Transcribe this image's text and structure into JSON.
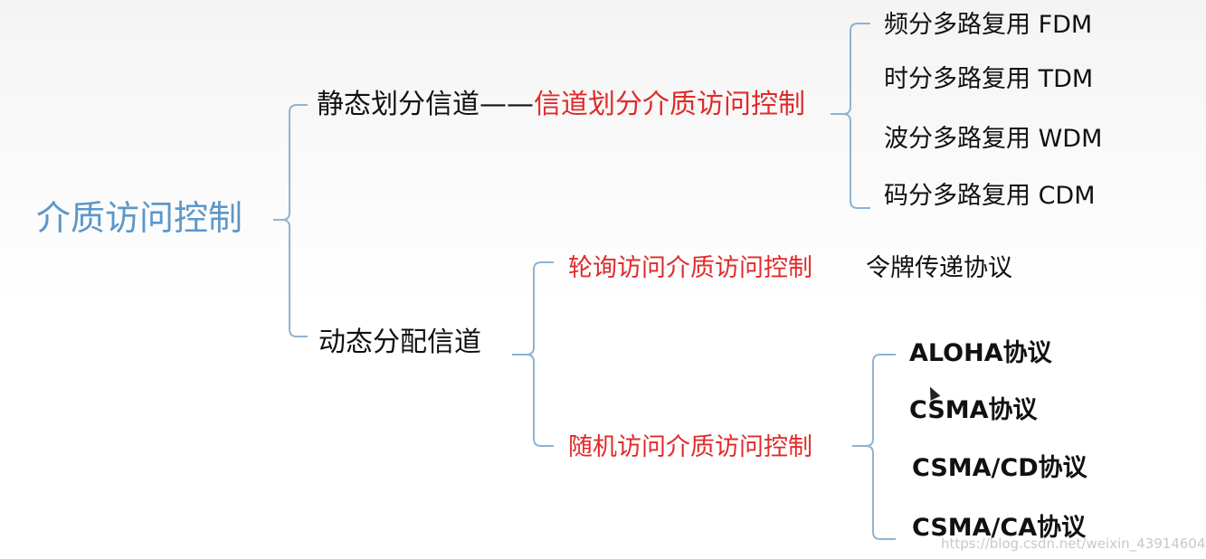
{
  "root": {
    "label": "介质访问控制"
  },
  "static": {
    "label": "静态划分信道——",
    "label_red": "信道划分介质访问控制",
    "children": [
      "频分多路复用 FDM",
      "时分多路复用 TDM",
      "波分多路复用 WDM",
      "码分多路复用 CDM"
    ]
  },
  "dynamic": {
    "label": "动态分配信道",
    "polling": {
      "label": "轮询访问介质访问控制",
      "child": "令牌传递协议"
    },
    "random": {
      "label": "随机访问介质访问控制",
      "children": [
        "ALOHA协议",
        "CSMA协议",
        "CSMA/CD协议",
        "CSMA/CA协议"
      ]
    }
  },
  "watermark": "https://blog.csdn.net/weixin_43914604",
  "colors": {
    "root": "#5d97c9",
    "highlight": "#e02b2b",
    "bracket": "#8fb3d2",
    "text": "#111111"
  }
}
